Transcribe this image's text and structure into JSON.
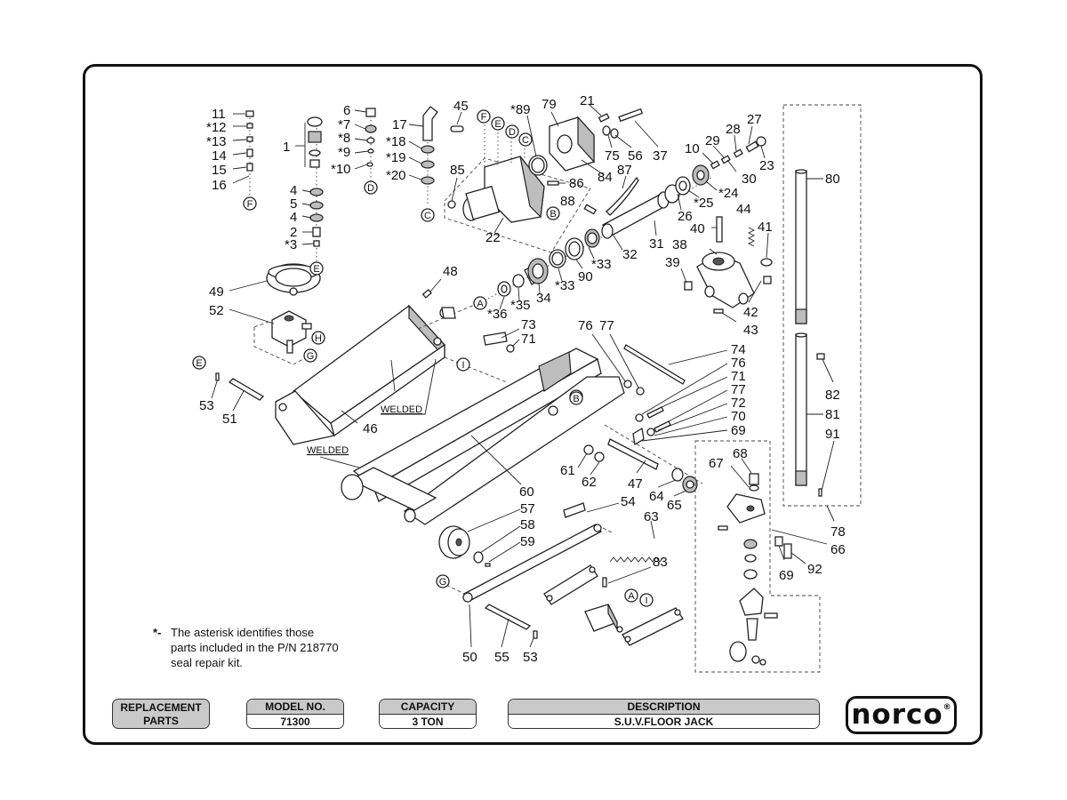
{
  "note": {
    "star": "*-",
    "text": "The asterisk identifies those\nparts included in the P/N 218770\nseal repair kit."
  },
  "welded_label": "WELDED",
  "callouts": [
    "11",
    "*12",
    "*13",
    "14",
    "15",
    "16",
    "1",
    "6",
    "*7",
    "*8",
    "*9",
    "*10",
    "4",
    "5",
    "4",
    "2",
    "*3",
    "17",
    "*18",
    "*19",
    "*20",
    "45",
    "85",
    "22",
    "*89",
    "79",
    "21",
    "75",
    "56",
    "37",
    "84",
    "87",
    "86",
    "88",
    "10",
    "29",
    "28",
    "27",
    "23",
    "30",
    "*25",
    "*24",
    "26",
    "31",
    "32",
    "*33",
    "*33",
    "90",
    "34",
    "*35",
    "*36",
    "40",
    "44",
    "41",
    "38",
    "39",
    "42",
    "43",
    "80",
    "48",
    "49",
    "52",
    "73",
    "71",
    "76",
    "77",
    "74",
    "76",
    "71",
    "77",
    "72",
    "70",
    "69",
    "53",
    "51",
    "46",
    "60",
    "61",
    "62",
    "47",
    "64",
    "65",
    "68",
    "67",
    "54",
    "57",
    "58",
    "59",
    "63",
    "83",
    "66",
    "69",
    "92",
    "82",
    "81",
    "91",
    "78",
    "50",
    "55",
    "53"
  ],
  "circle_refs": [
    "F",
    "E",
    "D",
    "C",
    "B",
    "A",
    "I",
    "H",
    "G",
    "E",
    "D",
    "C",
    "B",
    "A",
    "I",
    "G",
    "F",
    "E"
  ],
  "title_block": {
    "replacement_parts": "REPLACEMENT\nPARTS",
    "model_header": "MODEL NO.",
    "model_value": "71300",
    "capacity_header": "CAPACITY",
    "capacity_value": "3 TON",
    "description_header": "DESCRIPTION",
    "description_value": "S.U.V.FLOOR JACK"
  },
  "logo": {
    "text": "norco",
    "mark": "®"
  }
}
